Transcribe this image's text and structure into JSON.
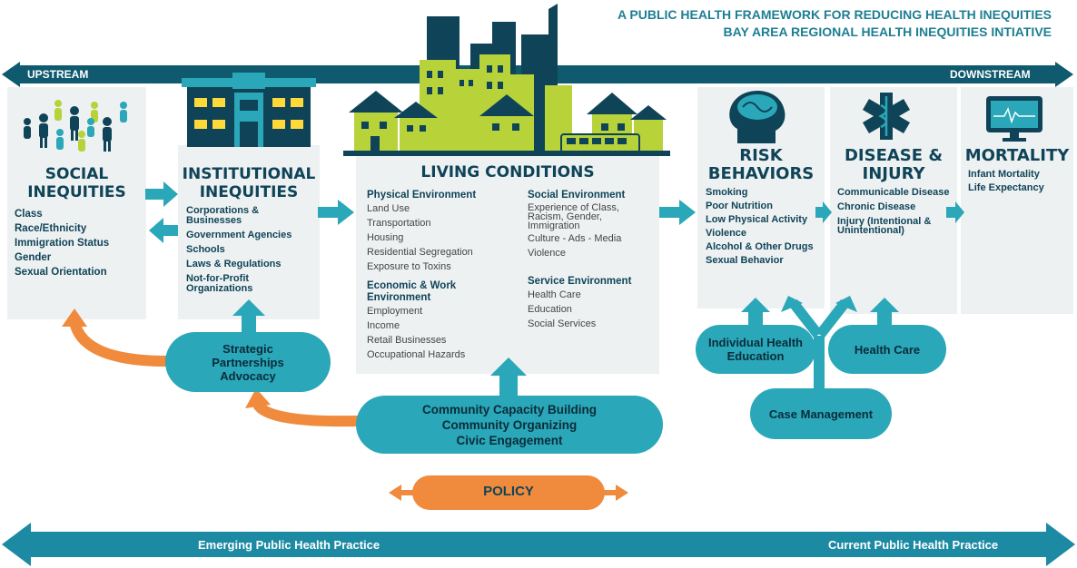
{
  "header": {
    "line1": "A PUBLIC HEALTH FRAMEWORK FOR REDUCING HEALTH INEQUITIES",
    "line2": "BAY AREA REGIONAL HEALTH INEQUITIES INTIATIVE"
  },
  "axis": {
    "left": "UPSTREAM",
    "right": "DOWNSTREAM"
  },
  "social": {
    "title1": "SOCIAL",
    "title2": "INEQUITIES",
    "items": [
      "Class",
      "Race/Ethnicity",
      "Immigration Status",
      "Gender",
      "Sexual Orientation"
    ]
  },
  "institutional": {
    "title1": "INSTITUTIONAL",
    "title2": "INEQUITIES",
    "items": [
      "Corporations & Businesses",
      "Government Agencies",
      "Schools",
      "Laws & Regulations",
      "Not-for-Profit Organizations"
    ]
  },
  "living": {
    "title": "LIVING CONDITIONS",
    "physical": {
      "head": "Physical Environment",
      "items": [
        "Land Use",
        "Transportation",
        "Housing",
        "Residential Segregation",
        "Exposure to Toxins"
      ]
    },
    "economic": {
      "head": "Economic & Work Environment",
      "items": [
        "Employment",
        "Income",
        "Retail Businesses",
        "Occupational Hazards"
      ]
    },
    "social_env": {
      "head": "Social Environment",
      "items": [
        "Experience  of Class, Racism, Gender, Immigration",
        "Culture - Ads - Media",
        "Violence"
      ]
    },
    "service": {
      "head": "Service Environment",
      "items": [
        "Health Care",
        "Education",
        "Social Services"
      ]
    }
  },
  "risk": {
    "title1": "RISK",
    "title2": "BEHAVIORS",
    "items": [
      "Smoking",
      "Poor Nutrition",
      "Low Physical Activity",
      "Violence",
      "Alcohol & Other Drugs",
      "Sexual Behavior"
    ]
  },
  "disease": {
    "title1": "DISEASE &",
    "title2": "INJURY",
    "items": [
      "Communicable Disease",
      "Chronic Disease",
      "Injury (Intentional & Unintentional)"
    ]
  },
  "mortality": {
    "title": "MORTALITY",
    "items": [
      "Infant Mortality",
      "Life Expectancy"
    ]
  },
  "pills": {
    "strategic": [
      "Strategic",
      "Partnerships",
      "Advocacy"
    ],
    "community": [
      "Community Capacity Building",
      "Community Organizing",
      "Civic Engagement"
    ],
    "education": [
      "Individual Health",
      "Education"
    ],
    "health_care": "Health Care",
    "case_mgmt": "Case Management",
    "policy": "POLICY"
  },
  "practice": {
    "left": "Emerging Public Health Practice",
    "right": "Current Public Health Practice"
  },
  "colors": {
    "dark": "#0f4458",
    "teal": "#2aa7b8",
    "orange": "#f08a3c",
    "lime": "#b8d23a",
    "panel": "#eef1f2"
  }
}
